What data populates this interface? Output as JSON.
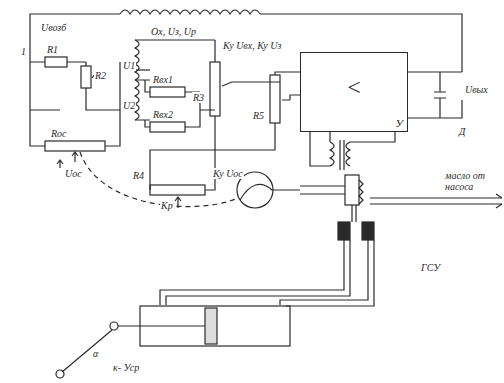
{
  "diagram": {
    "nodes": [
      {
        "text": [
          "<",
          "У"
        ]
      }
    ],
    "labels": [
      "Uвозб",
      "1",
      "R1",
      "R2",
      "Rос",
      "Uос",
      "U1",
      "U2",
      "Rвх1",
      "Rвх2",
      "R3",
      "R4",
      "Кр",
      "Ку Uос",
      "R5",
      "Ох, Uз, Uр",
      "Ку Uвх, Ку Uз",
      "Д",
      "Uвых",
      "масло от насоса",
      "ГСУ",
      "α",
      "к- Уср"
    ]
  }
}
